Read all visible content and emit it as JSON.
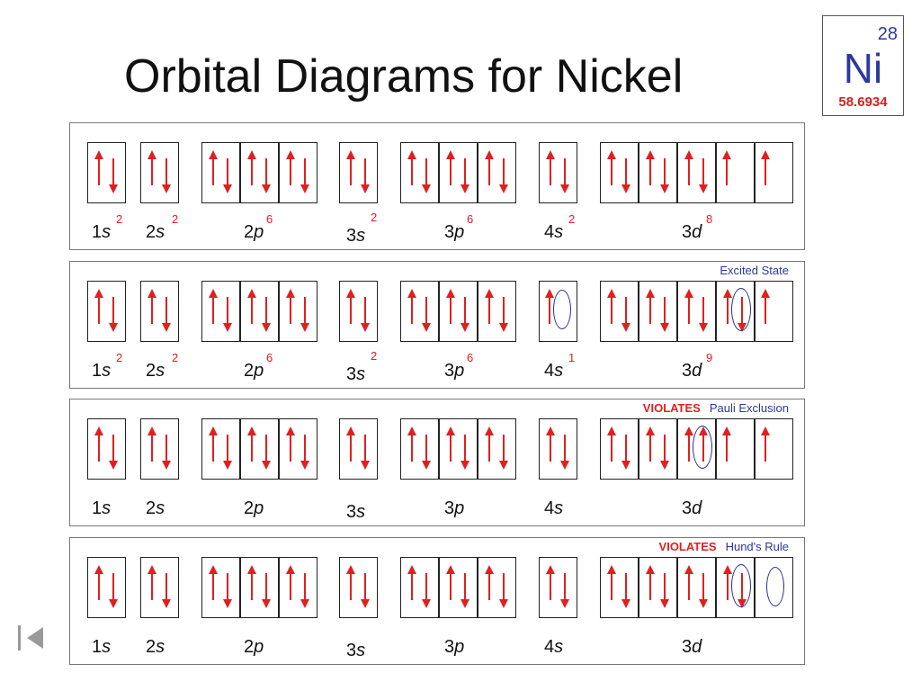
{
  "title": "Orbital Diagrams for Nickel",
  "element": {
    "atomic_number": "28",
    "symbol": "Ni",
    "atomic_mass": "58.6934"
  },
  "panels": [
    {
      "note": null,
      "orbitals": [
        {
          "name": "1s",
          "base": "1",
          "letter": "s",
          "superscript": "2",
          "boxes": [
            "ud"
          ]
        },
        {
          "name": "2s",
          "base": "2",
          "letter": "s",
          "superscript": "2",
          "boxes": [
            "ud"
          ]
        },
        {
          "name": "2p",
          "base": "2",
          "letter": "p",
          "superscript": "6",
          "boxes": [
            "ud",
            "ud",
            "ud"
          ]
        },
        {
          "name": "3s",
          "base": "3",
          "letter": "s",
          "superscript": "2",
          "boxes": [
            "ud"
          ]
        },
        {
          "name": "3p",
          "base": "3",
          "letter": "p",
          "superscript": "6",
          "boxes": [
            "ud",
            "ud",
            "ud"
          ]
        },
        {
          "name": "4s",
          "base": "4",
          "letter": "s",
          "superscript": "2",
          "boxes": [
            "ud"
          ]
        },
        {
          "name": "3d",
          "base": "3",
          "letter": "d",
          "superscript": "8",
          "boxes": [
            "ud",
            "ud",
            "ud",
            "u",
            "u"
          ]
        }
      ]
    },
    {
      "note": {
        "warning": "",
        "text": "Excited State"
      },
      "orbitals": [
        {
          "name": "1s",
          "base": "1",
          "letter": "s",
          "superscript": "2",
          "boxes": [
            "ud"
          ]
        },
        {
          "name": "2s",
          "base": "2",
          "letter": "s",
          "superscript": "2",
          "boxes": [
            "ud"
          ]
        },
        {
          "name": "2p",
          "base": "2",
          "letter": "p",
          "superscript": "6",
          "boxes": [
            "ud",
            "ud",
            "ud"
          ]
        },
        {
          "name": "3s",
          "base": "3",
          "letter": "s",
          "superscript": "2",
          "boxes": [
            "ud"
          ]
        },
        {
          "name": "3p",
          "base": "3",
          "letter": "p",
          "superscript": "6",
          "boxes": [
            "ud",
            "ud",
            "ud"
          ]
        },
        {
          "name": "4s",
          "base": "4",
          "letter": "s",
          "superscript": "1",
          "boxes": [
            "u"
          ],
          "circled": [
            0
          ]
        },
        {
          "name": "3d",
          "base": "3",
          "letter": "d",
          "superscript": "9",
          "boxes": [
            "ud",
            "ud",
            "ud",
            "ud",
            "u"
          ],
          "circled": [
            3
          ]
        }
      ]
    },
    {
      "note": {
        "warning": "VIOLATES",
        "text": "Pauli Exclusion"
      },
      "orbitals": [
        {
          "name": "1s",
          "base": "1",
          "letter": "s",
          "superscript": "",
          "boxes": [
            "ud"
          ]
        },
        {
          "name": "2s",
          "base": "2",
          "letter": "s",
          "superscript": "",
          "boxes": [
            "ud"
          ]
        },
        {
          "name": "2p",
          "base": "2",
          "letter": "p",
          "superscript": "",
          "boxes": [
            "ud",
            "ud",
            "ud"
          ]
        },
        {
          "name": "3s",
          "base": "3",
          "letter": "s",
          "superscript": "",
          "boxes": [
            "ud"
          ]
        },
        {
          "name": "3p",
          "base": "3",
          "letter": "p",
          "superscript": "",
          "boxes": [
            "ud",
            "ud",
            "ud"
          ]
        },
        {
          "name": "4s",
          "base": "4",
          "letter": "s",
          "superscript": "",
          "boxes": [
            "ud"
          ]
        },
        {
          "name": "3d",
          "base": "3",
          "letter": "d",
          "superscript": "",
          "boxes": [
            "ud",
            "ud",
            "uu",
            "u",
            "u"
          ],
          "circled": [
            2
          ]
        }
      ]
    },
    {
      "note": {
        "warning": "VIOLATES",
        "text": "Hund's Rule"
      },
      "orbitals": [
        {
          "name": "1s",
          "base": "1",
          "letter": "s",
          "superscript": "",
          "boxes": [
            "ud"
          ]
        },
        {
          "name": "2s",
          "base": "2",
          "letter": "s",
          "superscript": "",
          "boxes": [
            "ud"
          ]
        },
        {
          "name": "2p",
          "base": "2",
          "letter": "p",
          "superscript": "",
          "boxes": [
            "ud",
            "ud",
            "ud"
          ]
        },
        {
          "name": "3s",
          "base": "3",
          "letter": "s",
          "superscript": "",
          "boxes": [
            "ud"
          ]
        },
        {
          "name": "3p",
          "base": "3",
          "letter": "p",
          "superscript": "",
          "boxes": [
            "ud",
            "ud",
            "ud"
          ]
        },
        {
          "name": "4s",
          "base": "4",
          "letter": "s",
          "superscript": "",
          "boxes": [
            "ud"
          ]
        },
        {
          "name": "3d",
          "base": "3",
          "letter": "d",
          "superscript": "",
          "boxes": [
            "ud",
            "ud",
            "ud",
            "ud",
            ""
          ],
          "circled": [
            3,
            4
          ]
        }
      ]
    }
  ],
  "colors": {
    "arrow": "#e02020",
    "circle": "#2a2f96",
    "warning": "#e02020",
    "note": "#2b3a9a"
  }
}
